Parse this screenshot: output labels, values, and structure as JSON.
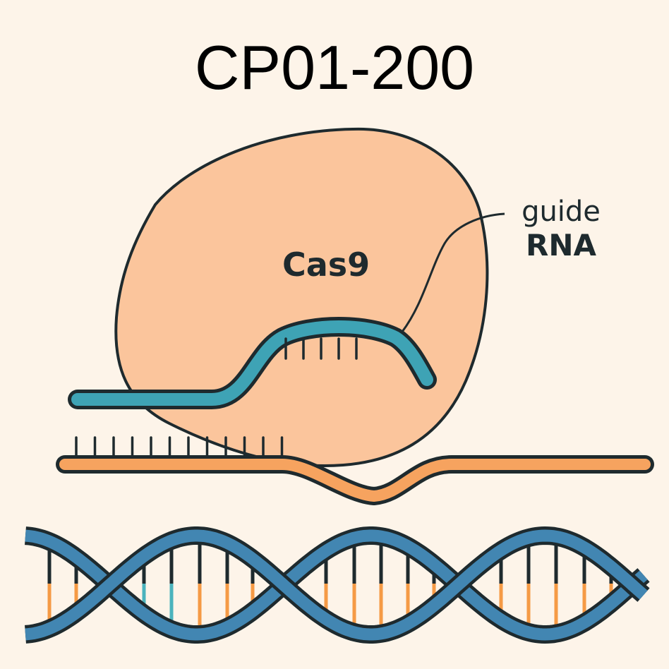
{
  "title": "CP01-200",
  "labels": {
    "protein": "Cas9",
    "guide_line1": "guide",
    "guide_line2": "RNA"
  },
  "colors": {
    "background": "#fdf4e9",
    "protein_fill": "#fbc59c",
    "outline": "#1e2a2e",
    "guide_rna": "#3ea3b5",
    "target_strand": "#f6a35f",
    "dna_backbone": "#4286b2",
    "base_orange": "#f59a45",
    "base_teal": "#4bb3bd"
  },
  "dna": {
    "base_pair_colors": [
      "orange",
      "orange",
      "teal",
      "teal",
      "orange",
      "orange",
      "orange",
      "orange",
      "orange",
      "orange",
      "orange",
      "orange",
      "orange",
      "orange",
      "orange",
      "orange",
      "orange"
    ]
  }
}
